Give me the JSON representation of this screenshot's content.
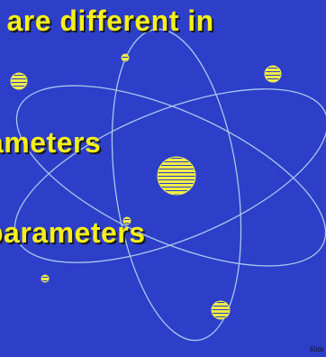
{
  "slide": {
    "lines": [
      "n are different in",
      "ameters",
      "parameters"
    ],
    "footer": "Slide",
    "colors": {
      "background": "#2d3ec8",
      "text": "#f5ef1c",
      "orbit": "#a9c8ee",
      "electron": "#f1ec4a"
    },
    "icon": "atom-illustration"
  }
}
